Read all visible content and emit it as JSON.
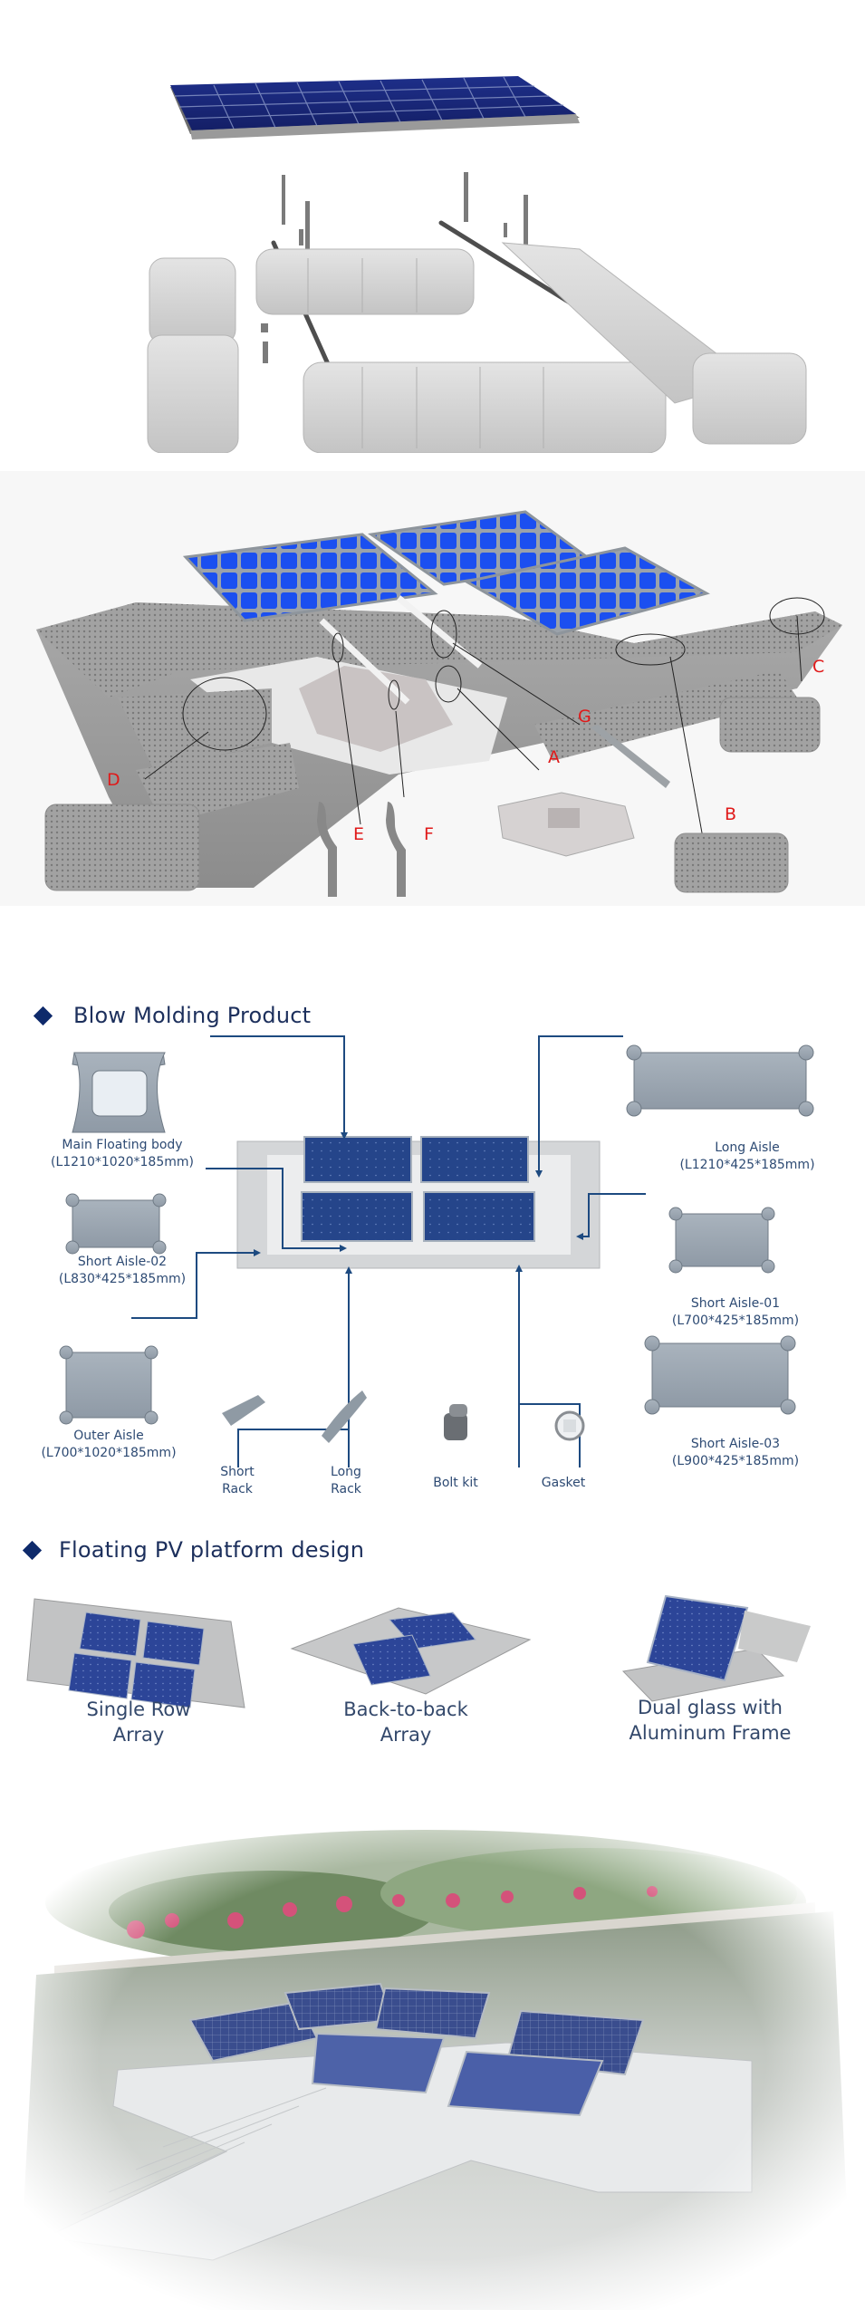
{
  "exploded_view": {
    "description": "Exploded assembly of solar panel, rails, posts and floating blocks"
  },
  "assembly_diagram": {
    "callouts": [
      {
        "letter": "A",
        "part": "main-float-base"
      },
      {
        "letter": "B",
        "part": "long-aisle-block"
      },
      {
        "letter": "C",
        "part": "short-aisle-block"
      },
      {
        "letter": "D",
        "part": "outer-aisle-block"
      },
      {
        "letter": "E",
        "part": "short-rack"
      },
      {
        "letter": "F",
        "part": "long-rack"
      },
      {
        "letter": "G",
        "part": "aluminum-rail"
      }
    ]
  },
  "blow_molding": {
    "heading": "Blow Molding Product",
    "accent_color": "#0e2a6b",
    "products": [
      {
        "name": "Main Floating body",
        "dims": "(L1210*1020*185mm)"
      },
      {
        "name": "Short Aisle-02",
        "dims": "(L830*425*185mm)"
      },
      {
        "name": "Outer Aisle",
        "dims": "(L700*1020*185mm)"
      },
      {
        "name": "Long Aisle",
        "dims": "(L1210*425*185mm)"
      },
      {
        "name": "Short Aisle-01",
        "dims": "(L700*425*185mm)"
      },
      {
        "name": "Short Aisle-03",
        "dims": "(L900*425*185mm)"
      }
    ],
    "accessories": [
      {
        "line1": "Short",
        "line2": "Rack"
      },
      {
        "line1": "Long",
        "line2": "Rack"
      },
      {
        "line1": "Bolt kit",
        "line2": ""
      },
      {
        "line1": "Gasket",
        "line2": ""
      }
    ]
  },
  "platform_design": {
    "heading": "Floating PV platform design",
    "designs": [
      {
        "line1": "Single Row",
        "line2": "Array"
      },
      {
        "line1": "Back-to-back",
        "line2": "Array"
      },
      {
        "line1": "Dual glass with",
        "line2": "Aluminum Frame"
      }
    ]
  },
  "photo": {
    "description": "Installed floating PV platform on a pond with flowering shoreline"
  }
}
